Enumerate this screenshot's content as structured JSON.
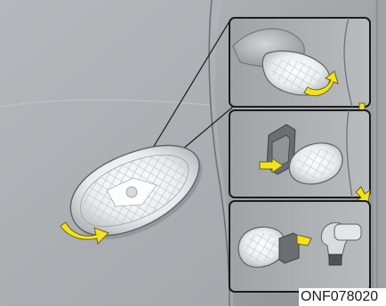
{
  "figure": {
    "code": "ONF078020",
    "steps": [
      {
        "name": "pry-lamp-out",
        "arrow_color": "#f2e21b"
      },
      {
        "name": "disconnect-connector",
        "arrow_color": "#f2e21b"
      },
      {
        "name": "remove-bulb",
        "arrow_color": "#f2e21b"
      }
    ],
    "colors": {
      "body_panel": "#a9adb0",
      "inset_border": "#1a1a1a",
      "arrow": "#f2e21b",
      "arrow_outline": "#6b6220"
    }
  }
}
